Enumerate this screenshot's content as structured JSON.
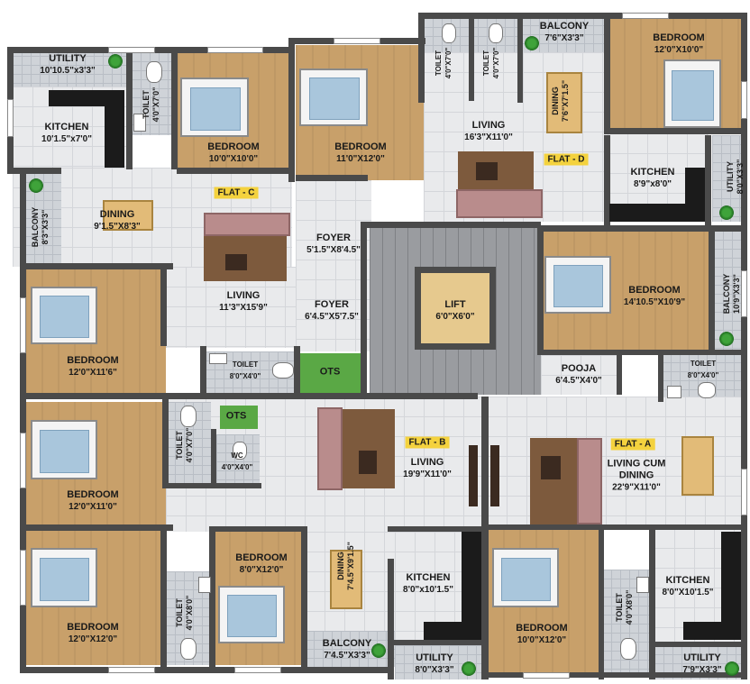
{
  "flats": {
    "a": "FLAT - A",
    "b": "FLAT - B",
    "c": "FLAT - C",
    "d": "FLAT - D"
  },
  "rooms": {
    "c_utility": {
      "name": "UTILITY",
      "dim": "10'10.5\"x3'3\""
    },
    "c_kitchen": {
      "name": "KITCHEN",
      "dim": "10'1.5\"x7'0\""
    },
    "c_toilet1": {
      "name": "TOILET",
      "dim": "4'0\"X7'0\""
    },
    "c_bedroom1": {
      "name": "BEDROOM",
      "dim": "10'0\"X10'0\""
    },
    "c_balcony": {
      "name": "BALCONY",
      "dim": "8'3\"X3'3\""
    },
    "c_dining": {
      "name": "DINING",
      "dim": "9'1.5\"X8'3\""
    },
    "c_living": {
      "name": "LIVING",
      "dim": "11'3\"X15'9\""
    },
    "c_bedroom2": {
      "name": "BEDROOM",
      "dim": "12'0\"X11'6\""
    },
    "c_toilet2": {
      "name": "TOILET",
      "dim": "8'0\"X4'0\""
    },
    "d_bedroom1": {
      "name": "BEDROOM",
      "dim": "11'0\"X12'0\""
    },
    "d_toilet1": {
      "name": "TOILET",
      "dim": "4'0\"X7'0\""
    },
    "d_toilet2": {
      "name": "TOILET",
      "dim": "4'0\"X7'0\""
    },
    "d_balcony": {
      "name": "BALCONY",
      "dim": "7'6\"X3'3\""
    },
    "d_dining": {
      "name": "DINING",
      "dim": "7'6\"X7'1.5\""
    },
    "d_bedroom2": {
      "name": "BEDROOM",
      "dim": "12'0\"X10'0\""
    },
    "d_living": {
      "name": "LIVING",
      "dim": "16'3\"X11'0\""
    },
    "d_kitchen": {
      "name": "KITCHEN",
      "dim": "8'9\"x8'0\""
    },
    "d_utility": {
      "name": "UTILITY",
      "dim": "8'0\"X3'3\""
    },
    "foyer1": {
      "name": "FOYER",
      "dim": "5'1.5\"X8'4.5\""
    },
    "foyer2": {
      "name": "FOYER",
      "dim": "6'4.5\"X5'7.5\""
    },
    "lift": {
      "name": "LIFT",
      "dim": "6'0\"X6'0\""
    },
    "a_bedroom1": {
      "name": "BEDROOM",
      "dim": "14'10.5\"X10'9\""
    },
    "a_balcony": {
      "name": "BALCONY",
      "dim": "10'9\"X3'3\""
    },
    "a_pooja": {
      "name": "POOJA",
      "dim": "6'4.5\"X4'0\""
    },
    "a_toilet1": {
      "name": "TOILET",
      "dim": "8'0\"X4'0\""
    },
    "a_living": {
      "name": "LIVING CUM",
      "name2": "DINING",
      "dim": "22'9\"X11'0\""
    },
    "a_kitchen": {
      "name": "KITCHEN",
      "dim": "8'0\"X10'1.5\""
    },
    "a_bedroom2": {
      "name": "BEDROOM",
      "dim": "10'0\"X12'0\""
    },
    "a_toilet2": {
      "name": "TOILET",
      "dim": "4'0\"X8'0\""
    },
    "a_utility": {
      "name": "UTILITY",
      "dim": "7'9\"X3'3\""
    },
    "ots1": {
      "name": "OTS"
    },
    "ots2": {
      "name": "OTS"
    },
    "b_wc": {
      "name": "WC",
      "dim": "4'0\"X4'0\""
    },
    "b_toilet1": {
      "name": "TOILET",
      "dim": "4'0\"X7'0\""
    },
    "b_bedroom1": {
      "name": "BEDROOM",
      "dim": "12'0\"X11'0\""
    },
    "b_living": {
      "name": "LIVING",
      "dim": "19'9\"X11'0\""
    },
    "b_bedroom2": {
      "name": "BEDROOM",
      "dim": "8'0\"X12'0\""
    },
    "b_dining": {
      "name": "DINING",
      "dim": "7'4.5\"X9'1.5\""
    },
    "b_kitchen": {
      "name": "KITCHEN",
      "dim": "8'0\"x10'1.5\""
    },
    "b_bedroom3": {
      "name": "BEDROOM",
      "dim": "12'0\"X12'0\""
    },
    "b_toilet2": {
      "name": "TOILET",
      "dim": "4'0\"X8'0\""
    },
    "b_balcony": {
      "name": "BALCONY",
      "dim": "7'4.5\"X3'3\""
    },
    "b_utility": {
      "name": "UTILITY",
      "dim": "8'0\"X3'3\""
    }
  }
}
